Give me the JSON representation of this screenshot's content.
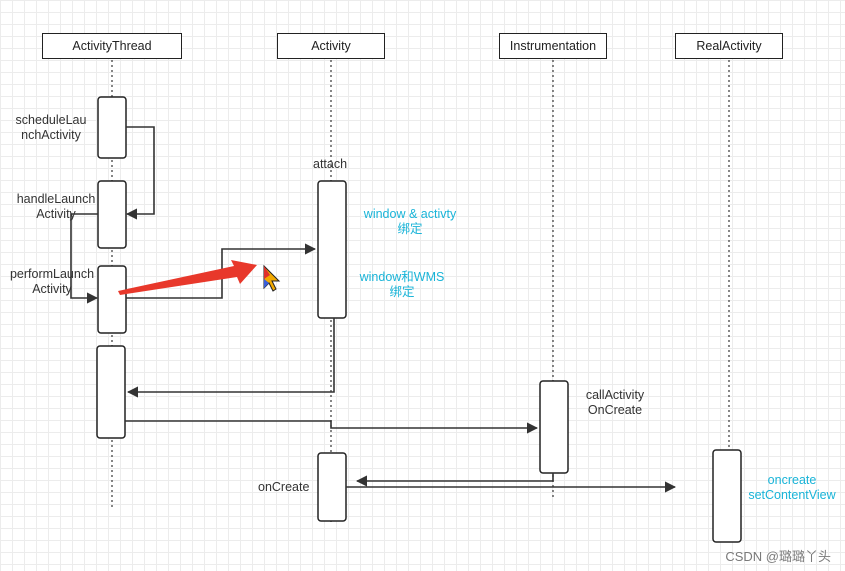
{
  "lifelines": [
    {
      "id": "activity-thread",
      "label": "ActivityThread"
    },
    {
      "id": "activity",
      "label": "Activity"
    },
    {
      "id": "instrumentation",
      "label": "Instrumentation"
    },
    {
      "id": "real-activity",
      "label": "RealActivity"
    }
  ],
  "messages": {
    "schedule_launch_activity": [
      "scheduleLau",
      "nchActivity"
    ],
    "handle_launch_activity": [
      "handleLaunch",
      "Activity"
    ],
    "perform_launch_activity": [
      "performLaunch",
      "Activity"
    ],
    "attach": "attach",
    "call_activity_oncreate": [
      "callActivity",
      "OnCreate"
    ],
    "oncreate": "onCreate"
  },
  "notes": {
    "window_activity_bind": [
      "window & activty",
      "绑定"
    ],
    "window_wms_bind": [
      "window和WMS",
      "绑定"
    ],
    "oncreate_set_content_view": [
      "oncreate",
      "setContentView"
    ]
  },
  "colors": {
    "line": "#333333",
    "note": "#19b4d8",
    "highlight_arrow": "#e8382b"
  },
  "watermark": "CSDN @璐璐丫头"
}
